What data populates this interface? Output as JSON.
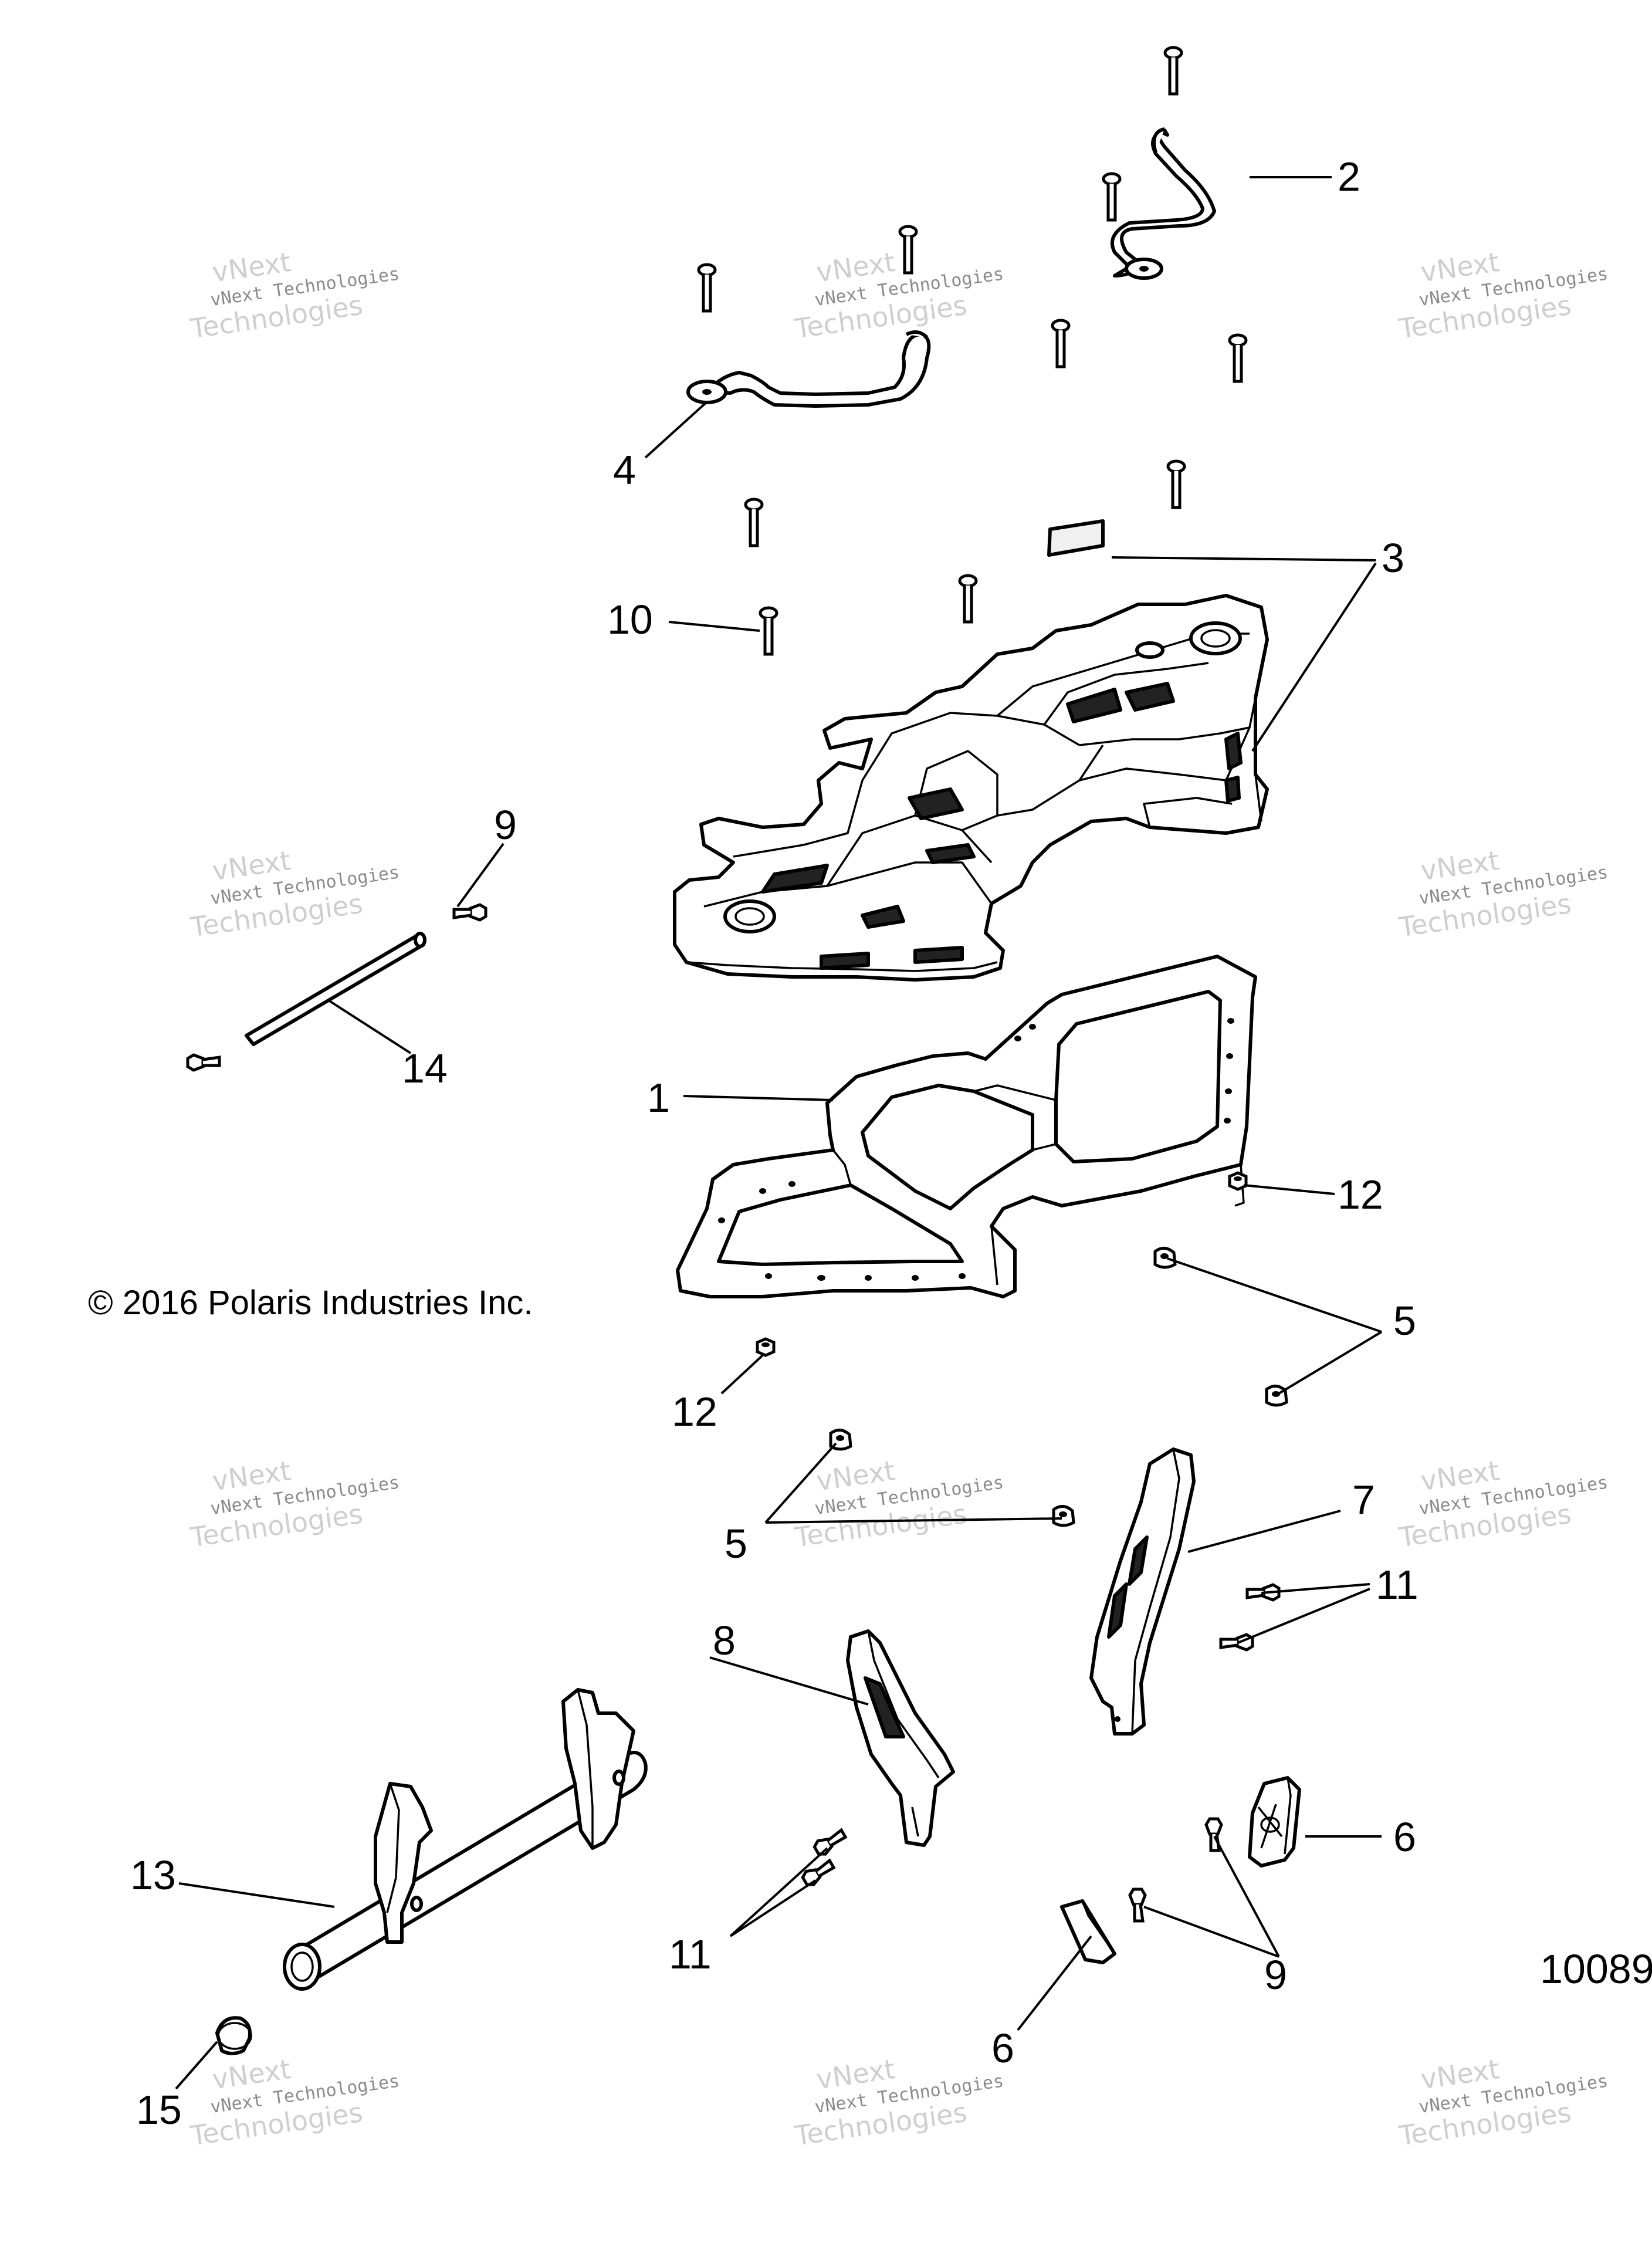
{
  "copyright": "© 2016 Polaris Industries Inc.",
  "diagram_id": "10089",
  "watermark": {
    "line1": "vNext",
    "line2": "vNext Technologies",
    "line3": "Technologies"
  },
  "callouts": {
    "c1": "1",
    "c2": "2",
    "c3": "3",
    "c4": "4",
    "c5a": "5",
    "c5b": "5",
    "c6a": "6",
    "c6b": "6",
    "c7": "7",
    "c8": "8",
    "c9a": "9",
    "c9b": "9",
    "c10": "10",
    "c11a": "11",
    "c11b": "11",
    "c12a": "12",
    "c12b": "12",
    "c13": "13",
    "c14": "14",
    "c15": "15"
  }
}
